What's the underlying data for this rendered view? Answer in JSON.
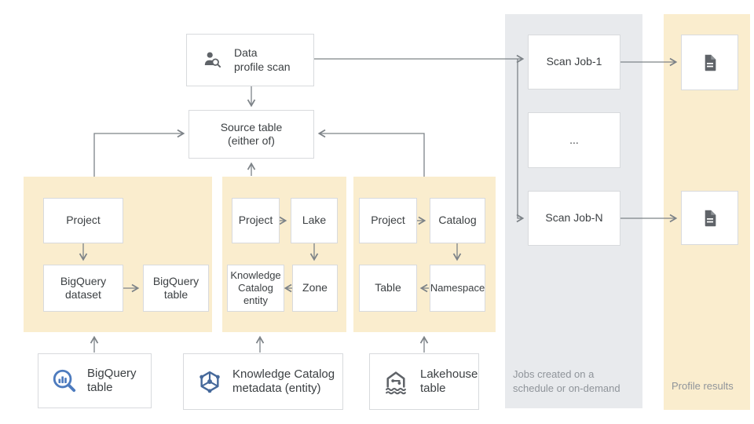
{
  "nodes": {
    "data_profile_scan": [
      "Data",
      "profile scan"
    ],
    "source_table": [
      "Source table",
      "(either of)"
    ],
    "bq_project": "Project",
    "bq_dataset": [
      "BigQuery",
      "dataset"
    ],
    "bq_table": [
      "BigQuery",
      "table"
    ],
    "dx_project": "Project",
    "dx_lake": "Lake",
    "dx_entity": [
      "Knowledge",
      "Catalog",
      "entity"
    ],
    "dx_zone": "Zone",
    "ct_project": "Project",
    "ct_catalog": "Catalog",
    "ct_table": "Table",
    "ct_namespace": "Namespace",
    "source_bigquery_table": [
      "BigQuery",
      "table"
    ],
    "source_kc_metadata": [
      "Knowledge Catalog",
      "metadata (entity)"
    ],
    "source_lakehouse_table": [
      "Lakehouse",
      "table"
    ],
    "scan_job_1": "Scan Job-1",
    "scan_job_ellipsis": "...",
    "scan_job_n": "Scan Job-N"
  },
  "captions": {
    "jobs": [
      "Jobs created on a",
      "schedule or on-demand"
    ],
    "results": "Profile results"
  },
  "colors": {
    "panel_yellow": "#FAEDCE",
    "panel_gray": "#E8EAED",
    "node_border": "#D8DADD",
    "arrow": "#7D8388",
    "text": "#3C4043",
    "caption_text": "#8F949A",
    "bigquery_blue": "#4D7BBE",
    "catalog_blue": "#46699B",
    "icon_gray": "#5F6368"
  },
  "icons": [
    "person-search-icon",
    "bigquery-icon",
    "knowledge-catalog-icon",
    "lakehouse-icon",
    "document-icon"
  ]
}
